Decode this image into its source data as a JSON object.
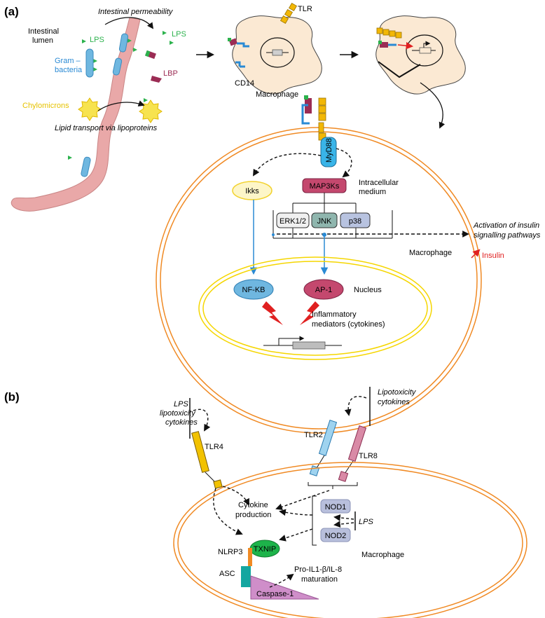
{
  "panel_a": {
    "label": "(a)",
    "intestinal_lumen": [
      "Intestinal",
      "lumen"
    ],
    "intestinal_permeability": "Intestinal permeability",
    "lps_left": "LPS",
    "lps_right": "LPS",
    "gram_bacteria": [
      "Gram –",
      "bacteria"
    ],
    "lbp": "LBP",
    "chylomicrons": "Chylomicrons",
    "lipid_transport": "Lipid transport via lipoproteins",
    "tlr": "TLR",
    "cd14": "CD14",
    "macrophage_top": "Macrophage",
    "myd88": "MyD88",
    "ikks": "Ikks",
    "map3ks": "MAP3Ks",
    "intracellular_medium": [
      "Intracellular",
      "medium"
    ],
    "erk": "ERK1/2",
    "jnk": "JNK",
    "p38": "p38",
    "activation": [
      "Activation of insulin",
      "signalling pathways"
    ],
    "insulin": "Insulin",
    "macrophage_cell": "Macrophage",
    "nfkb": "NF-KB",
    "ap1": "AP-1",
    "nucleus": "Nucleus",
    "inflammatory_mediators": [
      "Inflammatory",
      "mediators (cytokines)"
    ]
  },
  "panel_b": {
    "label": "(b)",
    "lps_lipotoxicity_cytokines": [
      "LPS",
      "lipotoxicity",
      "cytokines"
    ],
    "tlr4": "TLR4",
    "lipotoxicity_cytokines": [
      "Lipotoxicity",
      "cytokines"
    ],
    "tlr2": "TLR2",
    "tlr8": "TLR8",
    "cytokine_production": [
      "Cytokine",
      "production"
    ],
    "nod1": "NOD1",
    "nod2": "NOD2",
    "lps": "LPS",
    "macrophage": "Macrophage",
    "nlrp3": "NLRP3",
    "txnip": "TXNIP",
    "asc": "ASC",
    "pro_il": [
      "Pro-IL1-β/IL-8",
      "maturation"
    ],
    "caspase1": "Caspase-1"
  },
  "colors": {
    "lps_green": "#2bb24c",
    "bacteria_blue": "#6fb7e0",
    "lbp_maroon": "#9b2c54",
    "chylomicron_yellow": "#f2d22e",
    "tlr_orange": "#f2b705",
    "cell_border": "#f08a24",
    "nucleus_border": "#f5d600",
    "arrow_blue": "#2a8ad4",
    "insulin_red": "#e02020",
    "intestine_pink": "#e9a8a8"
  }
}
